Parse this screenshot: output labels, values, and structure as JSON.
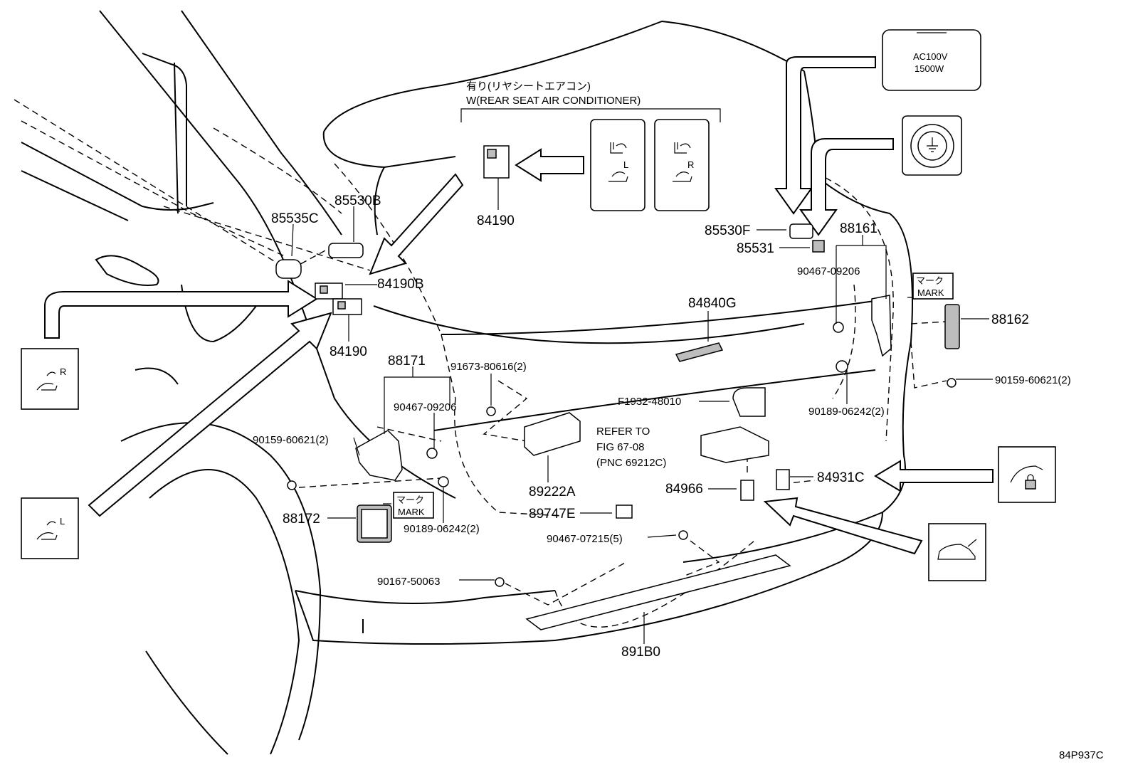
{
  "figure_code": "84P937C",
  "callout": {
    "line_jp": "有り(リヤシートエアコン)",
    "line_en": "W(REAR SEAT AIR CONDITIONER)"
  },
  "power_outlet_label": {
    "line1": "AC100V",
    "line2": "1500W"
  },
  "mark_labels": {
    "jp": "マーク",
    "en": "MARK"
  },
  "switch_letters": {
    "left": "L",
    "right": "R"
  },
  "refer_note": {
    "line1": "REFER TO",
    "line2": "FIG 67-08",
    "line3": "(PNC 69212C)"
  },
  "parts": {
    "p84190_top": "84190",
    "p85530B": "85530B",
    "p85535C": "85535C",
    "p84190B": "84190B",
    "p84190_low": "84190",
    "p88171": "88171",
    "p91673": "91673-80616(2)",
    "p90467_09206_left": "90467-09206",
    "p90159_left": "90159-60621(2)",
    "p88172": "88172",
    "p90189_left": "90189-06242(2)",
    "p89222A": "89222A",
    "p89747E": "89747E",
    "p90467_07215": "90467-07215(5)",
    "p90167": "90167-50063",
    "p891B0": "891B0",
    "p84840G": "84840G",
    "pF1932": "F1932-48010",
    "p84966": "84966",
    "p84931C": "84931C",
    "p85530F": "85530F",
    "p85531": "85531",
    "p88161": "88161",
    "p90467_09206_right": "90467-09206",
    "p88162": "88162",
    "p90159_right": "90159-60621(2)",
    "p90189_right": "90189-06242(2)"
  }
}
